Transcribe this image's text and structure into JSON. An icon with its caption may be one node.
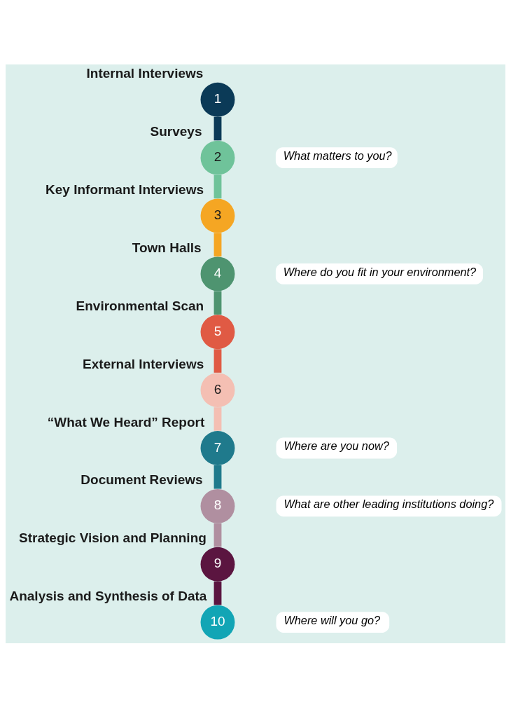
{
  "diagram": {
    "nodes": [
      {
        "text": [
          "1"
        ],
        "beside": [
          "Internal Interviews"
        ]
      },
      {
        "text": [
          "2"
        ],
        "beside": [
          "Surveys"
        ]
      },
      {
        "text": [
          "3"
        ],
        "beside": [
          "Key Informant Interviews"
        ]
      },
      {
        "text": [
          "4"
        ],
        "beside": [
          "Town Halls"
        ]
      },
      {
        "text": [
          "5"
        ],
        "beside": [
          "Environmental Scan"
        ]
      },
      {
        "text": [
          "6"
        ],
        "beside": [
          "External Interviews"
        ]
      },
      {
        "text": [
          "7"
        ],
        "beside": [
          "“What We Heard” Report"
        ]
      },
      {
        "text": [
          "8"
        ],
        "beside": [
          "Document Reviews"
        ]
      },
      {
        "text": [
          "9"
        ],
        "beside": [
          "Strategic Vision and Planning"
        ]
      },
      {
        "text": [
          "10"
        ],
        "beside": [
          "Analysis and Synthesis of Data"
        ]
      }
    ],
    "edges": [
      {
        "from": 0,
        "to": 1,
        "arrow": "none",
        "color": "#0b3a57"
      },
      {
        "from": 1,
        "to": 2,
        "arrow": "none",
        "color": "#6fc39a"
      },
      {
        "from": 2,
        "to": 3,
        "arrow": "none",
        "color": "#f5a623"
      },
      {
        "from": 3,
        "to": 4,
        "arrow": "none",
        "color": "#4e9470"
      },
      {
        "from": 4,
        "to": 5,
        "arrow": "none",
        "color": "#e05a44"
      },
      {
        "from": 5,
        "to": 6,
        "arrow": "none",
        "color": "#f4bfb3"
      },
      {
        "from": 6,
        "to": 7,
        "arrow": "none",
        "color": "#1f7a8c"
      },
      {
        "from": 7,
        "to": 8,
        "arrow": "none",
        "color": "#b08fa0"
      },
      {
        "from": 8,
        "to": 9,
        "arrow": "none",
        "color": "#5b1540"
      }
    ],
    "labels": [
      "What matters to you?",
      "Where do you fit in your environment?",
      "Where are you now?",
      "What are other leading institutions doing?",
      "Where will you go?"
    ]
  }
}
